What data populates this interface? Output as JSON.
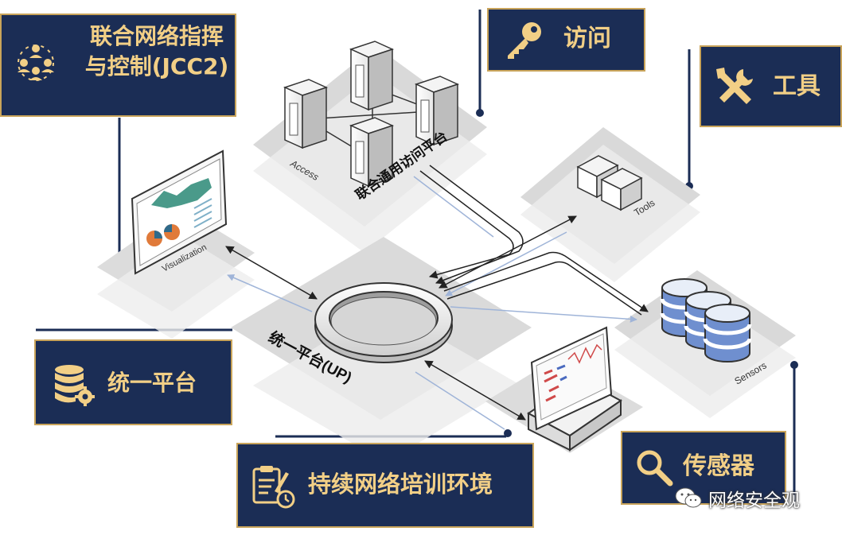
{
  "diagram": {
    "platform_labels": {
      "access": "Access",
      "access_platform": "联合通用访问平台",
      "tools": "Tools",
      "visualization": "Visualization",
      "unified_platform": "统一平台(UP)",
      "sensors": "Sensors"
    }
  },
  "callouts": {
    "jcc2": "联合网络指挥与控制(JCC2)",
    "access": "访问",
    "tools": "工具",
    "unified_platform": "统一平台",
    "pcte": "持续网络培训环境",
    "sensors": "传感器"
  },
  "watermark": {
    "text": "网络安全观"
  },
  "colors": {
    "callout_bg": "#1b2d55",
    "callout_text": "#f2cf86",
    "callout_border": "#c9a45a",
    "platform_gray": "#d9d9d9"
  },
  "icons": {
    "jcc2": "people-network-icon",
    "access": "key-icon",
    "tools": "wrench-screwdriver-icon",
    "unified_platform": "database-gear-icon",
    "pcte": "checklist-clock-icon",
    "sensors": "magnifier-icon"
  }
}
